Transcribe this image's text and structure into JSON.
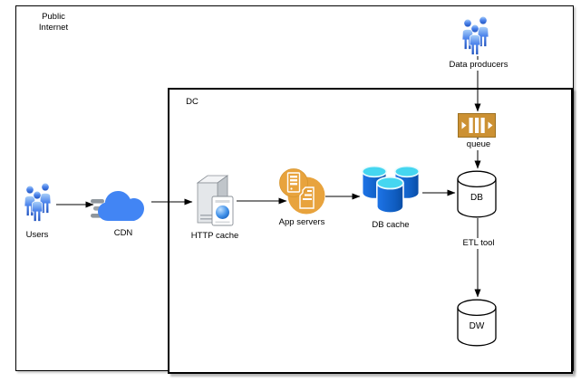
{
  "diagram": {
    "regions": {
      "public_internet": {
        "label": "Public Internet"
      },
      "dc": {
        "label": "DC"
      }
    },
    "nodes": {
      "users": {
        "label": "Users",
        "icon": "users-group-icon"
      },
      "cdn": {
        "label": "CDN",
        "icon": "cloud-icon"
      },
      "http_cache": {
        "label": "HTTP cache",
        "icon": "server-3d-icon"
      },
      "app_servers": {
        "label": "App servers",
        "icon": "app-servers-circle-icon"
      },
      "db_cache": {
        "label": "DB cache",
        "icon": "triple-db-cylinder-icon"
      },
      "db": {
        "label": "DB",
        "icon": "database-cylinder-icon"
      },
      "data_producers": {
        "label": "Data producers",
        "icon": "users-group-icon"
      },
      "queue": {
        "label": "queue",
        "icon": "message-queue-icon"
      },
      "dw": {
        "label": "DW",
        "icon": "database-cylinder-icon"
      }
    },
    "edges": {
      "etl_label": "ETL tool"
    },
    "colors": {
      "people_blue": "#3B76E0",
      "cloud_blue": "#4285F4",
      "server_gray": "#E4E7EA",
      "gold": "#E8A33D",
      "queue_gold": "#CC9133",
      "db_body_blue": "#1265C8",
      "db_top_cyan": "#45D6F0",
      "line_black": "#000000"
    }
  }
}
